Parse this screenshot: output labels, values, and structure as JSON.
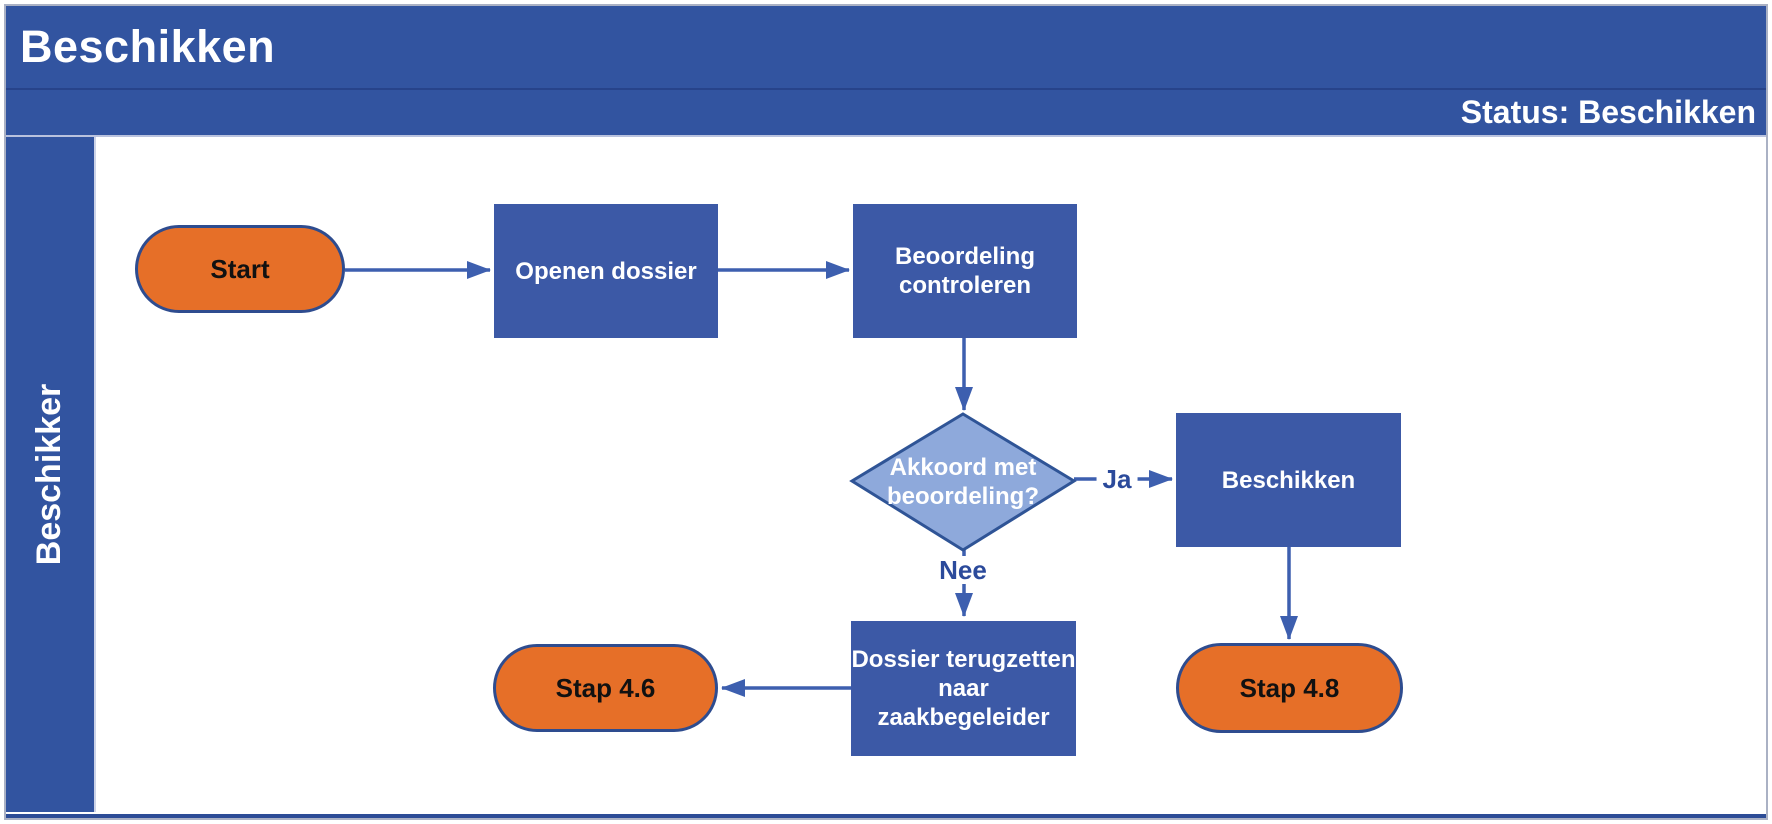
{
  "diagram": {
    "title": "Beschikken",
    "status_label": "Status: Beschikken",
    "lane_label": "Beschikker",
    "nodes": {
      "start": {
        "type": "terminator",
        "label": "Start"
      },
      "openen_dossier": {
        "type": "process",
        "label": "Openen dossier"
      },
      "beoordeling_controleren": {
        "type": "process",
        "lines": [
          "Beoordeling",
          "controleren"
        ]
      },
      "akkoord_met_beoordeling": {
        "type": "decision",
        "lines": [
          "Akkoord met",
          "beoordeling?"
        ]
      },
      "beschikken": {
        "type": "process",
        "label": "Beschikken"
      },
      "dossier_terugzetten": {
        "type": "process",
        "lines": [
          "Dossier terugzetten",
          "naar",
          "zaakbegeleider"
        ]
      },
      "stap_4_6": {
        "type": "terminator",
        "label": "Stap 4.6"
      },
      "stap_4_8": {
        "type": "terminator",
        "label": "Stap 4.8"
      }
    },
    "edge_labels": {
      "yes": "Ja",
      "no": "Nee"
    },
    "colors": {
      "bar_blue": "#3254A0",
      "bar_blue_dark": "#2C4C96",
      "box_blue": "#3C59A6",
      "diamond_fill": "#8EA9DB",
      "diamond_border": "#2F5496",
      "terminator_orange": "#E66F28",
      "terminator_border": "#2E4C8F",
      "arrow_blue": "#3D5FAF",
      "edge_label_blue": "#2B4A9B"
    }
  }
}
